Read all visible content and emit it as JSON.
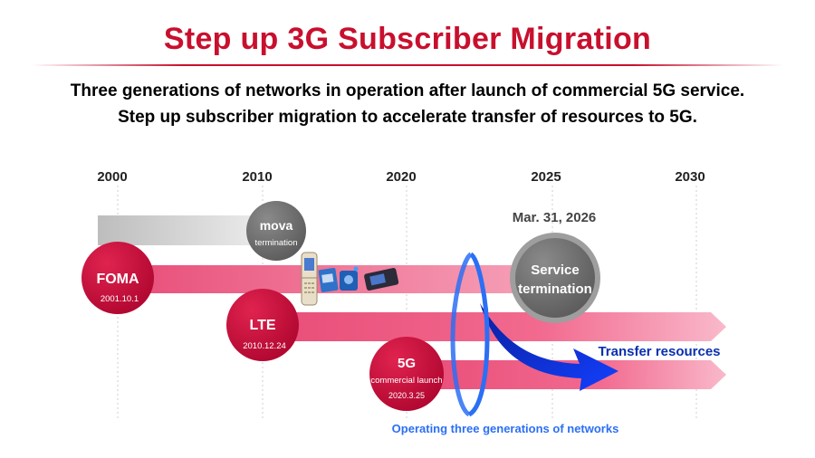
{
  "header": {
    "title": "Step up 3G Subscriber Migration",
    "subtitle_line1": "Three generations of networks in operation after launch of commercial 5G service.",
    "subtitle_line2": "Step up subscriber migration to accelerate transfer of resources to 5G."
  },
  "timeline": {
    "years": [
      "2000",
      "2010",
      "2020",
      "2025",
      "2030"
    ]
  },
  "nodes": {
    "mova": {
      "label": "mova",
      "sub": "termination"
    },
    "foma": {
      "label": "FOMA",
      "date": "2001.10.1"
    },
    "lte": {
      "label": "LTE",
      "date": "2010.12.24"
    },
    "five_g": {
      "label": "5G",
      "sub": "commercial launch",
      "date": "2020.3.25"
    },
    "service_termination": {
      "line1": "Service",
      "line2": "termination",
      "date": "Mar. 31, 2026"
    }
  },
  "annotations": {
    "transfer_resources": "Transfer resources",
    "operating": "Operating three generations of networks"
  },
  "colors": {
    "accent_red": "#c8102e",
    "node_crimson": "#c40a3a",
    "arrow_pink": "#f0628a",
    "transfer_blue": "#0a2fd8",
    "ellipse_blue": "#2b6ff5",
    "termination_gray": "#757575"
  },
  "icons": [
    "flip-phone-icon",
    "data-card-icon",
    "router-icon",
    "usb-modem-icon"
  ]
}
